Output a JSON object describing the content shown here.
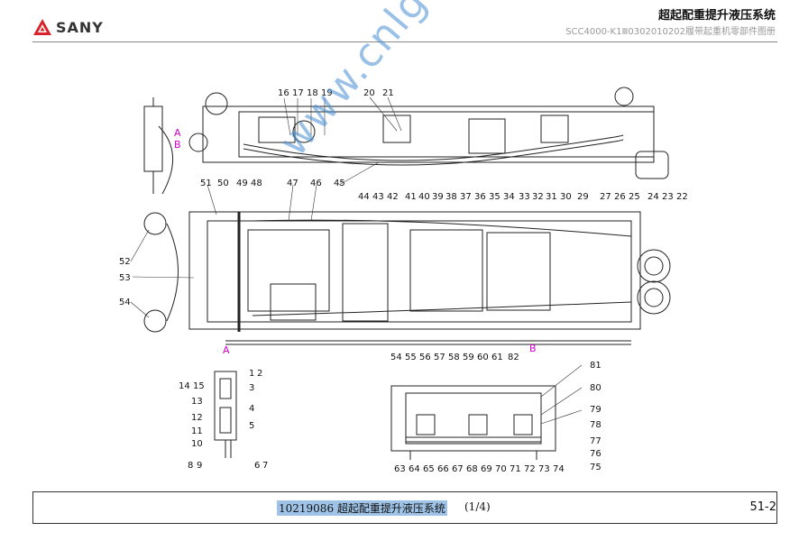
{
  "header": {
    "brand": "SANY",
    "title": "超起配重提升液压系统",
    "subtitle": "SCC4000-K1Ⅲ0302010202履带起重机零部件图册"
  },
  "drawing": {
    "view_marks": [
      "A",
      "B"
    ],
    "callouts_top": [
      "16",
      "17",
      "18",
      "19",
      "20",
      "21"
    ],
    "callouts_row2": [
      "51",
      "50",
      "49",
      "48",
      "47",
      "46",
      "45",
      "44",
      "43",
      "42",
      "41",
      "40",
      "39",
      "38",
      "37",
      "36",
      "35",
      "34",
      "33",
      "32",
      "31",
      "30",
      "29",
      "27",
      "26",
      "25",
      "24",
      "23",
      "22"
    ],
    "callouts_left": [
      "52",
      "53",
      "54"
    ],
    "callouts_viewA": [
      "1",
      "2",
      "14",
      "15",
      "3",
      "13",
      "4",
      "12",
      "11",
      "5",
      "10",
      "8",
      "9",
      "6",
      "7"
    ],
    "callouts_viewB_top": [
      "54",
      "55",
      "56",
      "57",
      "58",
      "59",
      "60",
      "61",
      "82"
    ],
    "callouts_viewB_right": [
      "81",
      "80",
      "79",
      "78",
      "77",
      "76",
      "75"
    ],
    "callouts_viewB_bottom": [
      "63",
      "64",
      "65",
      "66",
      "67",
      "68",
      "69",
      "70",
      "71",
      "72",
      "73",
      "74"
    ],
    "accent_color": "#cc00cc"
  },
  "watermark": "www.cnlgader.com",
  "footer": {
    "code_title": "10219086 超起配重提升液压系统",
    "page_fraction": "(1/4)",
    "page_number": "51-2"
  }
}
